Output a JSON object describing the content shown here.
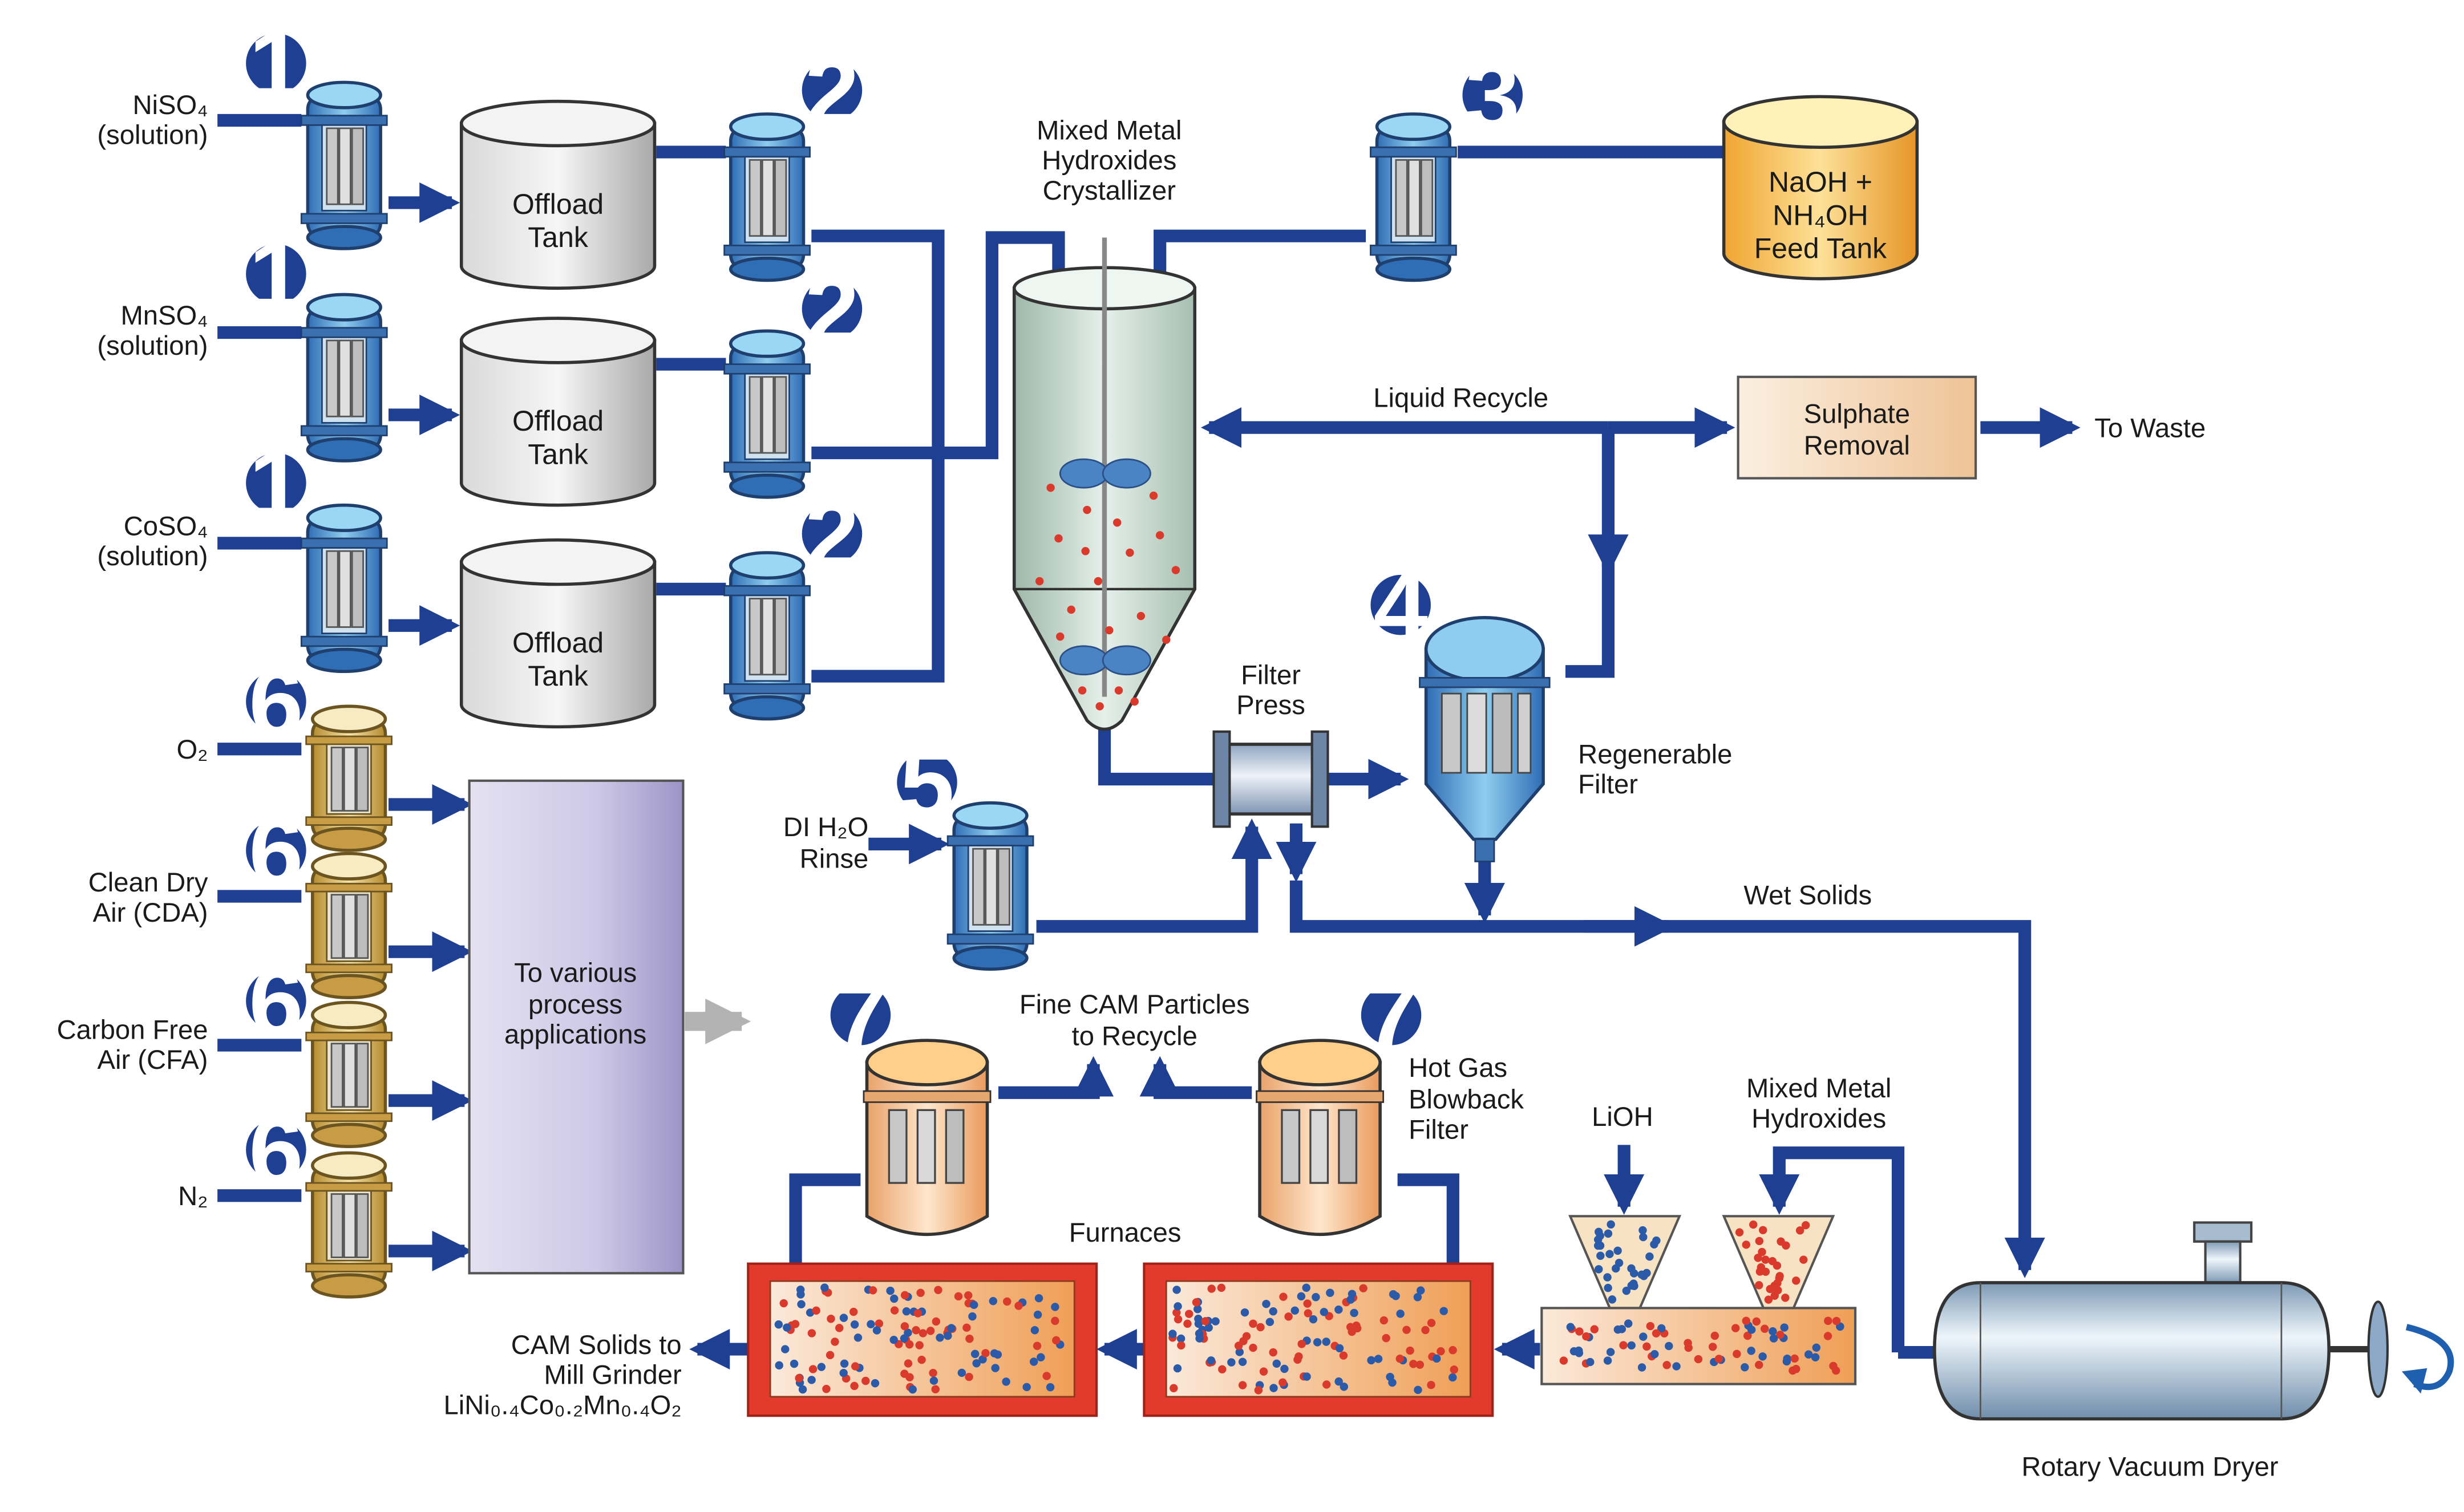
{
  "sources": {
    "ni": {
      "label": "NiSO₄",
      "sub": "(solution)"
    },
    "mn": {
      "label": "MnSO₄",
      "sub": "(solution)"
    },
    "co": {
      "label": "CoSO₄",
      "sub": "(solution)"
    }
  },
  "gases": {
    "o2": "O₂",
    "cda": [
      "Clean Dry",
      "Air (CDA)"
    ],
    "cfa": [
      "Carbon Free",
      "Air (CFA)"
    ],
    "n2": "N₂"
  },
  "badges": {
    "n1": "1",
    "n2": "2",
    "n3": "3",
    "n4": "4",
    "n5": "5",
    "n6": "6",
    "n7": "7"
  },
  "offload_tank": [
    "Offload",
    "Tank"
  ],
  "crystallizer": [
    "Mixed Metal",
    "Hydroxides",
    "Crystallizer"
  ],
  "feed_tank": [
    "NaOH +",
    "NH₄OH",
    "Feed Tank"
  ],
  "liquid_recycle": "Liquid Recycle",
  "sulphate": [
    "Sulphate",
    "Removal"
  ],
  "to_waste": "To Waste",
  "filter_press": [
    "Filter",
    "Press"
  ],
  "regen_filter": [
    "Regenerable",
    "Filter"
  ],
  "di_rinse": [
    "DI H₂O",
    "Rinse"
  ],
  "wet_solids": "Wet Solids",
  "process_apps": [
    "To various",
    "process",
    "applications"
  ],
  "fine_cam": [
    "Fine CAM Particles",
    "to Recycle"
  ],
  "hot_gas": [
    "Hot Gas",
    "Blowback",
    "Filter"
  ],
  "lioh": "LiOH",
  "mmh": [
    "Mixed Metal",
    "Hydroxides"
  ],
  "furnaces": "Furnaces",
  "cam_solids": [
    "CAM Solids to",
    "Mill Grinder",
    "LiNi₀.₄Co₀.₂Mn₀.₄O₂"
  ],
  "dryer": "Rotary Vacuum Dryer",
  "colors": {
    "flow": "#1f3f93",
    "badge": "#1f3f93",
    "furnace": "#d93a2c",
    "feed": "#f2b43a"
  }
}
